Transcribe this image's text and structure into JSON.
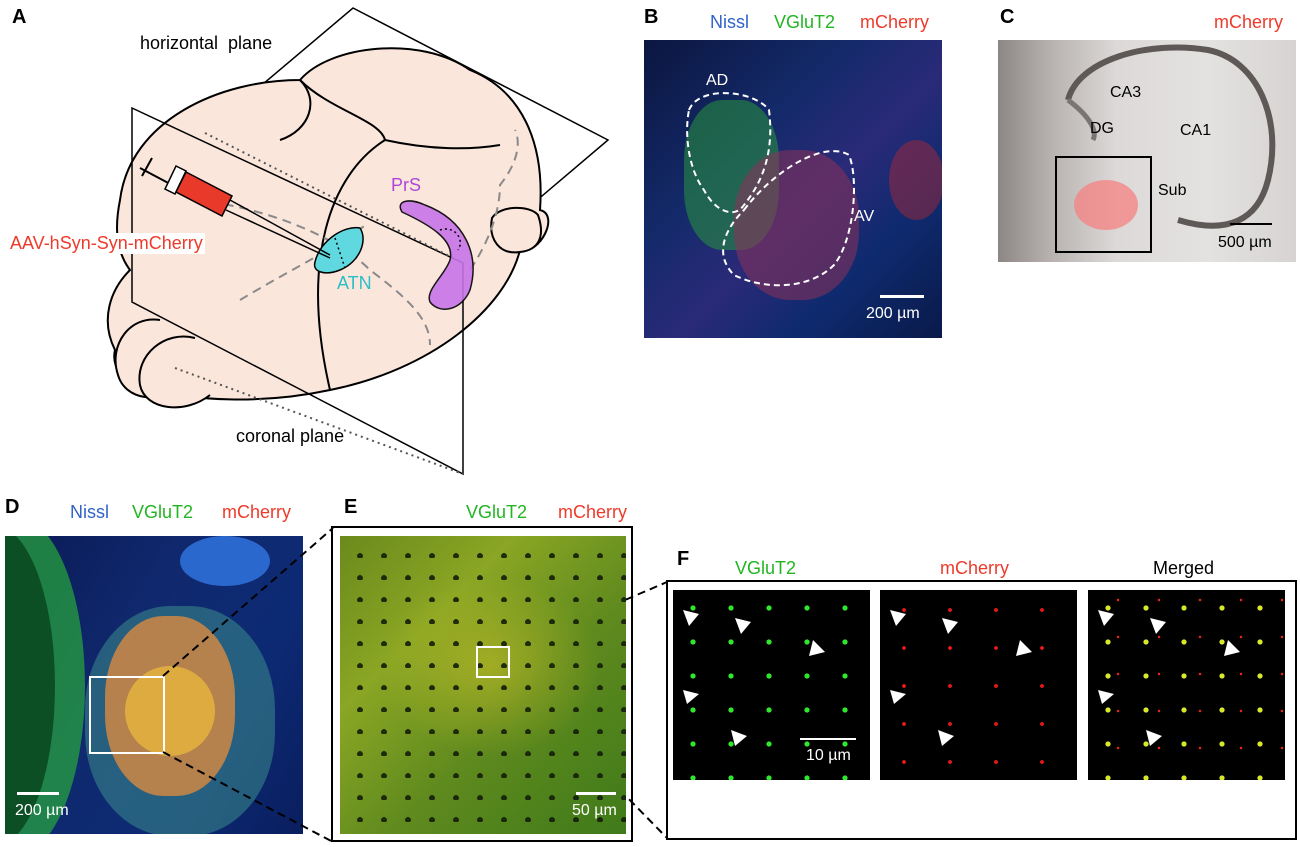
{
  "panels": {
    "A": {
      "letter": "A",
      "horizontal_plane": "horizontal  plane",
      "coronal_plane": "coronal plane",
      "virus": "AAV-hSyn-Syn-mCherry",
      "atn": "ATN",
      "prs": "PrS"
    },
    "B": {
      "letter": "B",
      "stains": [
        "Nissl",
        "VGluT2",
        "mCherry"
      ],
      "region_ad": "AD",
      "region_av": "AV",
      "scale": "200 µm"
    },
    "C": {
      "letter": "C",
      "stain": "mCherry",
      "regions": [
        "CA3",
        "DG",
        "CA1",
        "Sub"
      ],
      "scale": "500 µm"
    },
    "D": {
      "letter": "D",
      "stains": [
        "Nissl",
        "VGluT2",
        "mCherry"
      ],
      "scale": "200 µm"
    },
    "E": {
      "letter": "E",
      "stains": [
        "VGluT2",
        "mCherry"
      ],
      "scale": "50 µm"
    },
    "F": {
      "letter": "F",
      "titles": [
        "VGluT2",
        "mCherry",
        "Merged"
      ],
      "scale": "10 µm"
    }
  },
  "colors": {
    "nissl": "#2f63c9",
    "vglut2": "#22b522",
    "mcherry": "#ee3a2a",
    "brain_fill": "#fbe6dc",
    "atn_fill": "#5fd9df",
    "prs_fill": "#c774e8",
    "syringe": "#e8392b"
  }
}
